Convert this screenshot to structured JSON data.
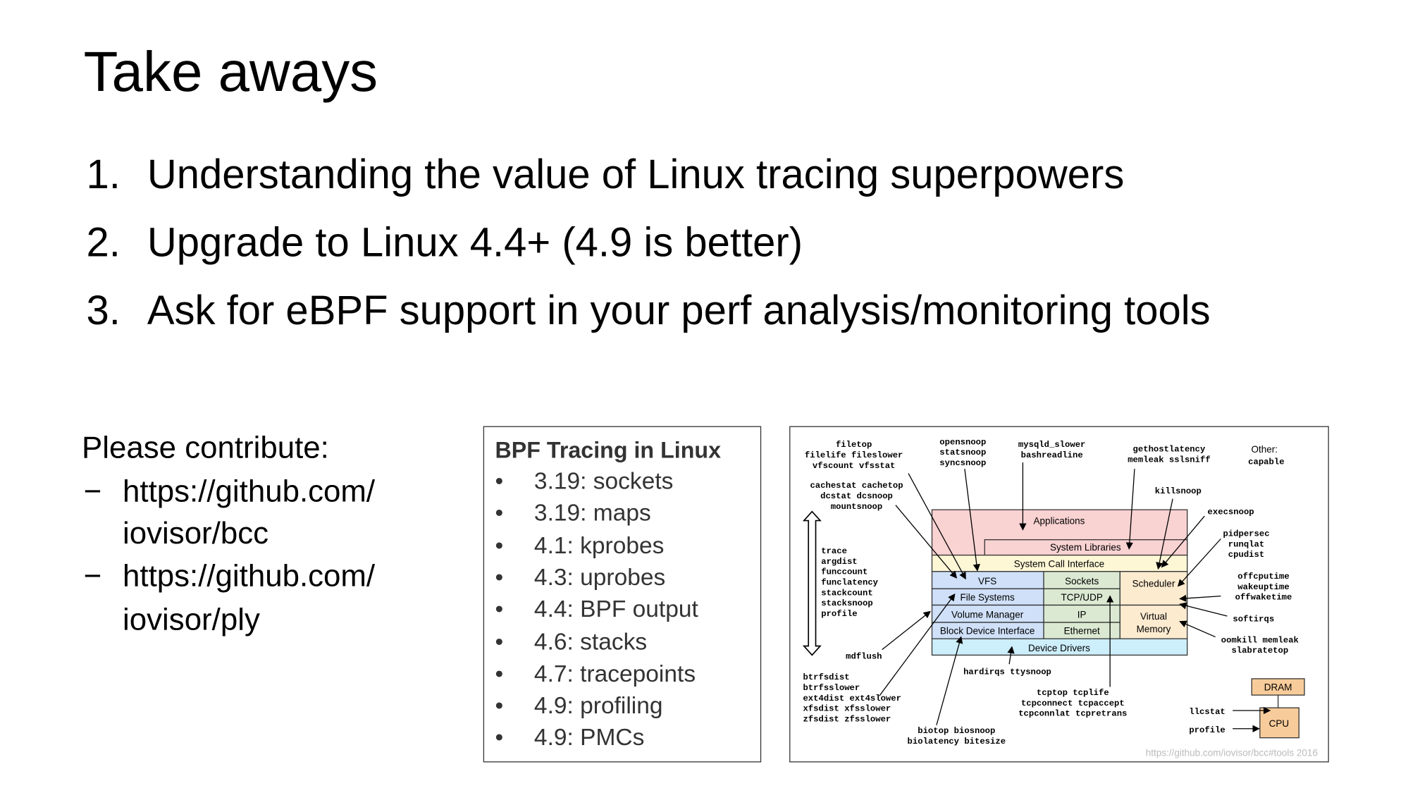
{
  "title": "Take aways",
  "takeaways": [
    {
      "num": "1.",
      "text": "Understanding the value of Linux tracing superpowers"
    },
    {
      "num": "2.",
      "text": "Upgrade to Linux 4.4+ (4.9 is better)"
    },
    {
      "num": "3.",
      "text": "Ask for eBPF support in your perf analysis/monitoring tools"
    }
  ],
  "contribute": {
    "heading": "Please contribute:",
    "dash": "−",
    "links": [
      {
        "line1": "https://github.com/",
        "line2": "iovisor/bcc"
      },
      {
        "line1": "https://github.com/",
        "line2": "iovisor/ply"
      }
    ]
  },
  "bpf_box": {
    "title": "BPF Tracing in Linux",
    "bullet": "•",
    "items": [
      "3.19: sockets",
      "3.19: maps",
      "4.1: kprobes",
      "4.3: uprobes",
      "4.4: BPF output",
      "4.6: stacks",
      "4.7: tracepoints",
      "4.9: profiling",
      "4.9: PMCs"
    ]
  },
  "diagram": {
    "layers": {
      "applications": "Applications",
      "system_libraries": "System Libraries",
      "syscall": "System Call Interface",
      "vfs": "VFS",
      "sockets": "Sockets",
      "scheduler": "Scheduler",
      "file_systems": "File Systems",
      "tcpudp": "TCP/UDP",
      "volume_manager": "Volume Manager",
      "ip": "IP",
      "virtual": "Virtual",
      "memory": "Memory",
      "block_device": "Block Device Interface",
      "ethernet": "Ethernet",
      "device_drivers": "Device Drivers",
      "dram": "DRAM",
      "cpu": "CPU"
    },
    "tools": {
      "filetop": [
        "filetop",
        "filelife fileslower",
        "vfscount vfsstat"
      ],
      "cachestat": [
        "cachestat cachetop",
        "dcstat dcsnoop",
        "mountsnoop"
      ],
      "opensnoop": [
        "opensnoop",
        "statsnoop",
        "syncsnoop"
      ],
      "mysqld": [
        "mysqld_slower",
        "bashreadline"
      ],
      "gethost": [
        "gethostlatency",
        "memleak sslsniff"
      ],
      "other_label": "Other:",
      "other": "capable",
      "killsnoop": "killsnoop",
      "execsnoop": "execsnoop",
      "pidpersec": [
        "pidpersec",
        "runqlat",
        "cpudist"
      ],
      "offcpu": [
        "offcputime",
        "wakeuptime",
        "offwaketime"
      ],
      "softirqs": "softirqs",
      "oomkill": [
        "oomkill memleak",
        "slabratetop"
      ],
      "trace": [
        "trace",
        "argdist",
        "funccount",
        "funclatency",
        "stackcount",
        "stacksnoop",
        "profile"
      ],
      "mdflush": "mdflush",
      "fsdist": [
        "btrfsdist",
        "btrfsslower",
        "ext4dist ext4slower",
        "xfsdist xfsslower",
        "zfsdist zfsslower"
      ],
      "bio": [
        "biotop biosnoop",
        "biolatency bitesize"
      ],
      "hardirqs": "hardirqs ttysnoop",
      "tcp": [
        "tcptop tcplife",
        "tcpconnect tcpaccept",
        "tcpconnlat tcpretrans"
      ],
      "llcstat": "llcstat",
      "profile": "profile"
    },
    "credit": "https://github.com/iovisor/bcc#tools 2016"
  }
}
